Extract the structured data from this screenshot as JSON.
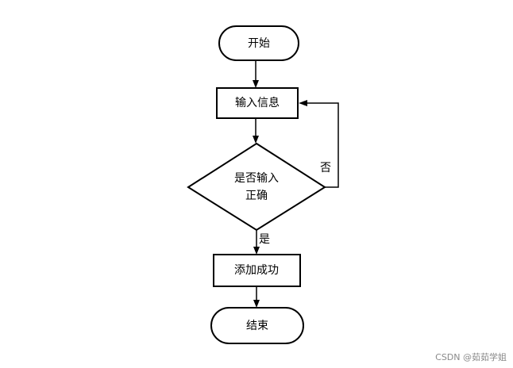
{
  "flowchart": {
    "nodes": {
      "start": {
        "label": "开始"
      },
      "input": {
        "label": "输入信息"
      },
      "decision": {
        "label_line1": "是否输入",
        "label_line2": "正确"
      },
      "success": {
        "label": "添加成功"
      },
      "end": {
        "label": "结束"
      }
    },
    "edges": {
      "yes_label": "是",
      "no_label": "否"
    }
  },
  "watermark": "CSDN @茹茹学姐",
  "colors": {
    "stroke": "#000000",
    "background": "#ffffff",
    "watermark": "#8a8a8a"
  }
}
